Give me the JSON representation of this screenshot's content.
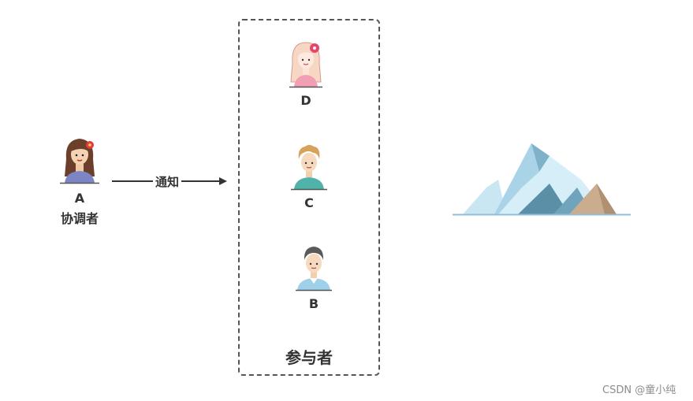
{
  "coordinator": {
    "letter": "A",
    "role": "协调者"
  },
  "arrow": {
    "label": "通知"
  },
  "participants": {
    "group_label": "参与者",
    "items": [
      {
        "letter": "D"
      },
      {
        "letter": "C"
      },
      {
        "letter": "B"
      }
    ]
  },
  "watermark": "CSDN @童小纯",
  "colors": {
    "border": "#555555",
    "text": "#333333",
    "iceberg_light": "#c9e6f2",
    "iceberg_mid": "#8fbfd6",
    "iceberg_dark": "#5b8fa8",
    "iceberg_sand": "#c9ad8e"
  }
}
